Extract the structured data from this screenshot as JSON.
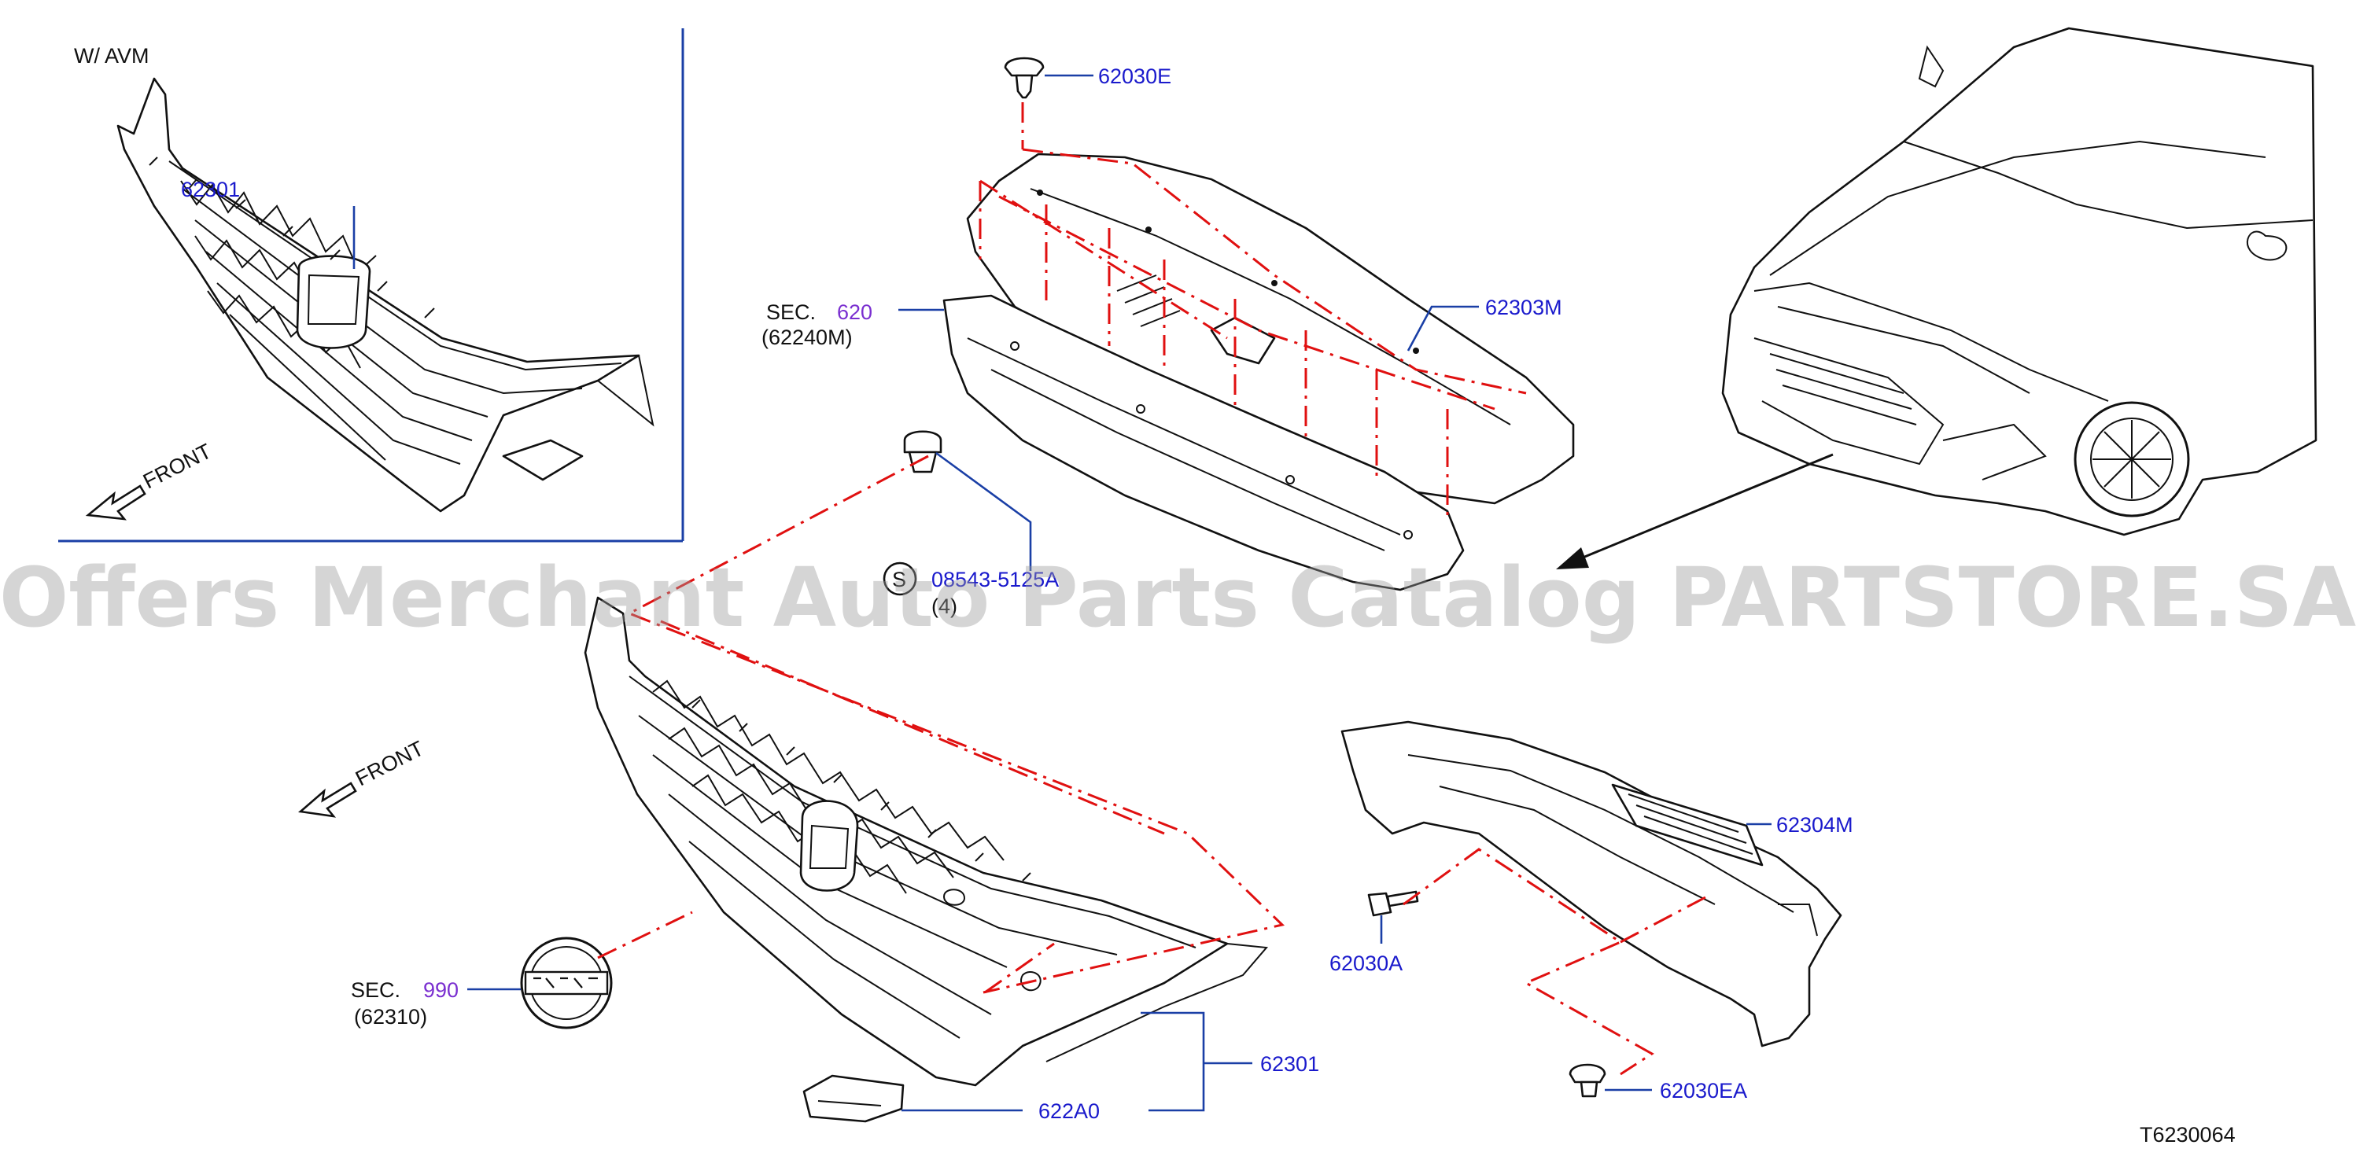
{
  "inset": {
    "variant_label": "W/   AVM",
    "front_label": "FRONT",
    "part_label": "62301"
  },
  "main": {
    "front_label": "FRONT"
  },
  "callouts": {
    "p62030E": "62030E",
    "p62303M": "62303M",
    "sec620_prefix": "SEC.",
    "sec620_num": "620",
    "sec620_ref": "(62240M)",
    "screw_symbol": "S",
    "screw_part": "08543-5125A",
    "screw_qty": "(4)",
    "sec990_prefix": "SEC.",
    "sec990_num": "990",
    "sec990_ref": "(62310)",
    "p62301": "62301",
    "p622A0": "622A0",
    "p62304M": "62304M",
    "p62030A": "62030A",
    "p62030EA": "62030EA"
  },
  "diagram_code": "T6230064",
  "watermark": "Offers Merchant Auto Parts Catalog PARTSTORE.SA",
  "colors": {
    "part_label": "#1a1acc",
    "section_ref": "#7a2fd0",
    "leader_line": "#1a3fa6",
    "assembly_line": "#e01010",
    "outline": "#111111"
  }
}
